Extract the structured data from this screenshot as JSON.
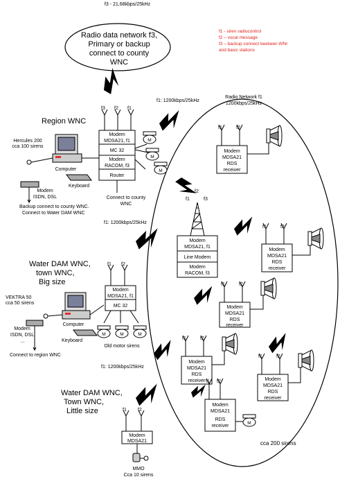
{
  "top": {
    "freq_f3": "f3 - 21,68kbps/25kHz",
    "bubble": [
      "Radio data network f3,",
      "Primary or backup",
      "connect to county",
      "WNC"
    ]
  },
  "legend": {
    "line1": "f1  - siren radiocontrol",
    "line2": "f2 – vocal message",
    "line3": "f3 – backup connect beetwen WNr",
    "line4": "and basic stations",
    "color": "#e0201a"
  },
  "links": {
    "region": "f1: 1200kbps/25kHz",
    "mid": "f1: 1200kbps/25kHz",
    "lower": "f1: 1200kbps/25kHz"
  },
  "radio_network": {
    "line1": "Radio Network f1",
    "line2": "1200kbps/25kHz"
  },
  "region": {
    "title": "Region WNC",
    "hercules": [
      "Hercules 200",
      "cca 100 sirens"
    ],
    "computer": "Computer",
    "keyboard": "Keyboard",
    "modem": [
      "Modem",
      "ISDN, DSL"
    ],
    "backup": [
      "Backup connect to county WNC.",
      "Connect to Water DAM WNC"
    ],
    "stack": {
      "modem1": [
        "Modem",
        "MDSA21, f1"
      ],
      "mc": "MC 32",
      "modem2": [
        "Modem",
        "RACOM, f3"
      ],
      "router": "Router"
    },
    "connect": [
      "Connect to county",
      "WNC"
    ],
    "antennas": [
      "f3",
      "f2",
      "f1"
    ]
  },
  "repeater": {
    "antennas": [
      "f2",
      "f1",
      "f3"
    ],
    "modem": [
      "Modem",
      "MDSA21, f1"
    ],
    "line_modem": "Line Modem",
    "racom": [
      "Modem",
      "RACOM, f3"
    ]
  },
  "water_big": {
    "title": [
      "Water DAM WNC,",
      "town WNC,",
      "Big size"
    ],
    "vektra": [
      "VEKTRA 50",
      "cca 50 sirens"
    ],
    "computer": "Computer",
    "keyboard": "Keyboard",
    "modem": [
      "Modem",
      "ISDN, DSL"
    ],
    "dots": "...",
    "connect": "Connect to region WNC",
    "antennas": [
      "f1",
      "f2"
    ],
    "stack": {
      "modem": [
        "Modem",
        "MDSA21, f1"
      ],
      "mc": "MC 32"
    },
    "old_sirens": "Old motor sirens"
  },
  "water_little": {
    "title": [
      "Water DAM WNC,",
      "Town WNC,",
      "Little size"
    ],
    "antennas": [
      "f1",
      "f2"
    ],
    "modem": "Modem\nMDSA21",
    "modem_label": "Modem",
    "modem_type": "MDSA21",
    "mmo": [
      "MMO",
      "Cca 10 sirens"
    ]
  },
  "rds_stations": [
    {
      "antennas": [
        "f1",
        "f2"
      ],
      "lines": [
        "Modem",
        "MDSA21",
        "RDS",
        "receiver"
      ]
    },
    {
      "antennas": [
        "f1",
        "f2"
      ],
      "lines": [
        "Modem",
        "MDSA21",
        "RDS",
        "receiver"
      ]
    },
    {
      "antennas": [
        "f1",
        "f2"
      ],
      "lines": [
        "Modem",
        "MDSA21",
        "RDS",
        "receiver"
      ]
    },
    {
      "antennas": [
        "f1",
        "f2"
      ],
      "lines": [
        "Modem",
        "MDSA21",
        "RDS",
        "receiver"
      ]
    },
    {
      "antennas": [
        "f1",
        "f2"
      ],
      "lines": [
        "Modem",
        "MDSA21",
        "RDS",
        "receiver"
      ]
    },
    {
      "antennas": [
        "f1",
        "f2"
      ],
      "lines": [
        "Modem",
        "MDSA21",
        "RDS",
        "receiver"
      ]
    }
  ],
  "rds_labels": {
    "s1": [
      "Modem",
      "MDSA21",
      "RDS",
      "receiver"
    ],
    "s2": [
      "Modem",
      "MDSA21",
      "RDS",
      "receiver"
    ],
    "s3": [
      "Modem",
      "MDSA21",
      "RDS",
      "receiver"
    ],
    "s4": [
      "Modem",
      "MDSA21",
      "RDS",
      "receiver"
    ],
    "s5": [
      "Modem",
      "MDSA21",
      "RDS",
      "receiver"
    ],
    "s6": [
      "Modem",
      "RDS",
      "receiver"
    ]
  },
  "m_label": "M",
  "cca200": "cca 200 sirens"
}
